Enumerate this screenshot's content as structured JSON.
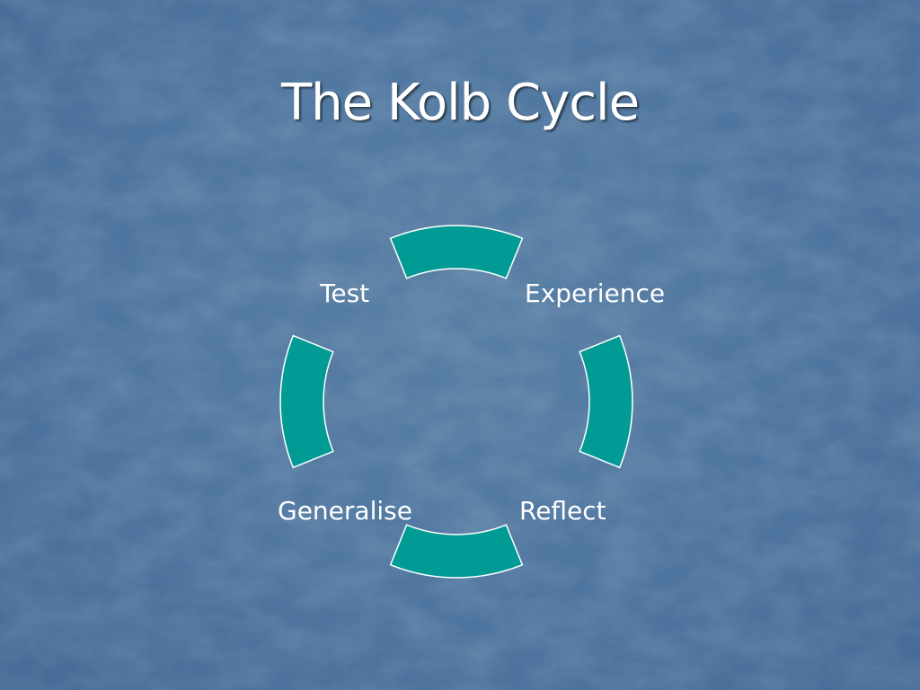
{
  "slide": {
    "title": "The Kolb Cycle"
  },
  "cycle": {
    "stages": [
      "Experience",
      "Reflect",
      "Generalise",
      "Test"
    ],
    "segment_color": "#009b94",
    "segment_stroke": "#ffffff"
  },
  "colors": {
    "background": "#4f76a0",
    "text": "#ffffff"
  }
}
